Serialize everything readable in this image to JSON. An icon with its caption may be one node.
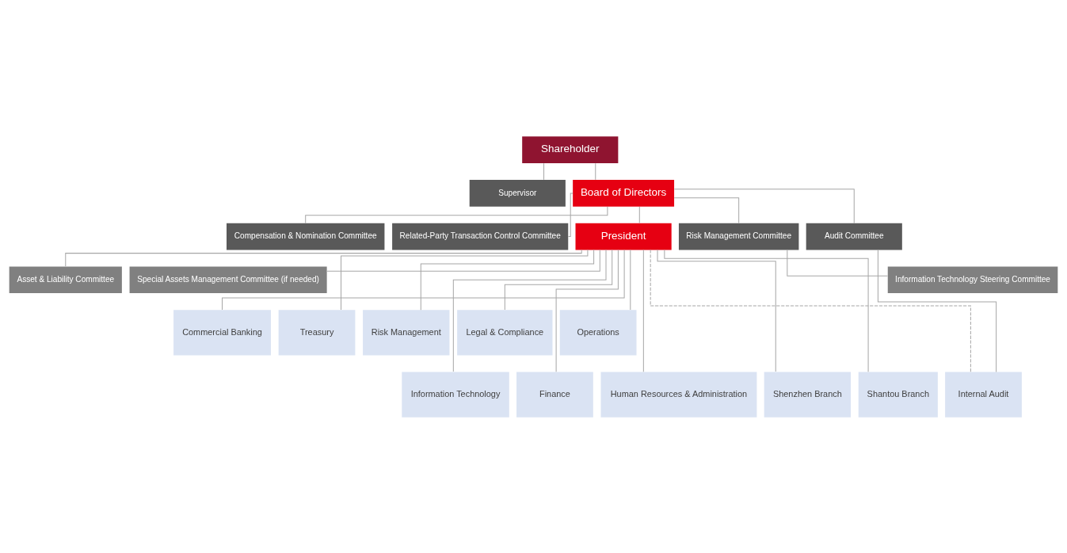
{
  "diagram": {
    "nodes": [
      {
        "text": [
          "Shareholder"
        ]
      },
      {
        "text": [
          "Supervisor"
        ]
      },
      {
        "text": [
          "Board of Directors"
        ]
      },
      {
        "text": [
          "Compensation & Nomination Committee"
        ]
      },
      {
        "text": [
          "Related-Party Transaction Control Committee"
        ]
      },
      {
        "text": [
          "President"
        ]
      },
      {
        "text": [
          "Risk Management Committee"
        ]
      },
      {
        "text": [
          "Audit Committee"
        ]
      },
      {
        "text": [
          "Asset & Liability Committee"
        ]
      },
      {
        "text": [
          "Special Assets Management Committee (if needed)"
        ]
      },
      {
        "text": [
          "Information Technology Steering Committee"
        ]
      },
      {
        "text": [
          "Commercial Banking"
        ]
      },
      {
        "text": [
          "Treasury"
        ]
      },
      {
        "text": [
          "Risk Management"
        ]
      },
      {
        "text": [
          "Legal & Compliance"
        ]
      },
      {
        "text": [
          "Operations"
        ]
      },
      {
        "text": [
          "Information Technology"
        ]
      },
      {
        "text": [
          "Finance"
        ]
      },
      {
        "text": [
          "Human Resources & Administration"
        ]
      },
      {
        "text": [
          "Shenzhen Branch"
        ]
      },
      {
        "text": [
          "Shantou Branch"
        ]
      },
      {
        "text": [
          "Internal Audit"
        ]
      }
    ],
    "edges": [
      {
        "from": 0,
        "to": 2,
        "arrow": "none"
      },
      {
        "from": 0,
        "to": 1,
        "arrow": "none"
      },
      {
        "from": 2,
        "to": 3,
        "arrow": "none"
      },
      {
        "from": 2,
        "to": 4,
        "arrow": "none"
      },
      {
        "from": 2,
        "to": 5,
        "arrow": "none"
      },
      {
        "from": 2,
        "to": 6,
        "arrow": "none"
      },
      {
        "from": 2,
        "to": 7,
        "arrow": "none"
      },
      {
        "from": 5,
        "to": 8,
        "arrow": "none"
      },
      {
        "from": 5,
        "to": 9,
        "arrow": "none"
      },
      {
        "from": 6,
        "to": 10,
        "arrow": "none"
      },
      {
        "from": 5,
        "to": 11,
        "arrow": "none"
      },
      {
        "from": 5,
        "to": 12,
        "arrow": "none"
      },
      {
        "from": 5,
        "to": 13,
        "arrow": "none"
      },
      {
        "from": 5,
        "to": 14,
        "arrow": "none"
      },
      {
        "from": 5,
        "to": 15,
        "arrow": "none"
      },
      {
        "from": 5,
        "to": 16,
        "arrow": "none"
      },
      {
        "from": 5,
        "to": 17,
        "arrow": "none"
      },
      {
        "from": 5,
        "to": 18,
        "arrow": "none"
      },
      {
        "from": 5,
        "to": 19,
        "arrow": "none"
      },
      {
        "from": 5,
        "to": 20,
        "arrow": "none"
      },
      {
        "from": 5,
        "to": 21,
        "arrow": "none",
        "style": "dashed"
      },
      {
        "from": 7,
        "to": 21,
        "arrow": "none"
      }
    ]
  }
}
